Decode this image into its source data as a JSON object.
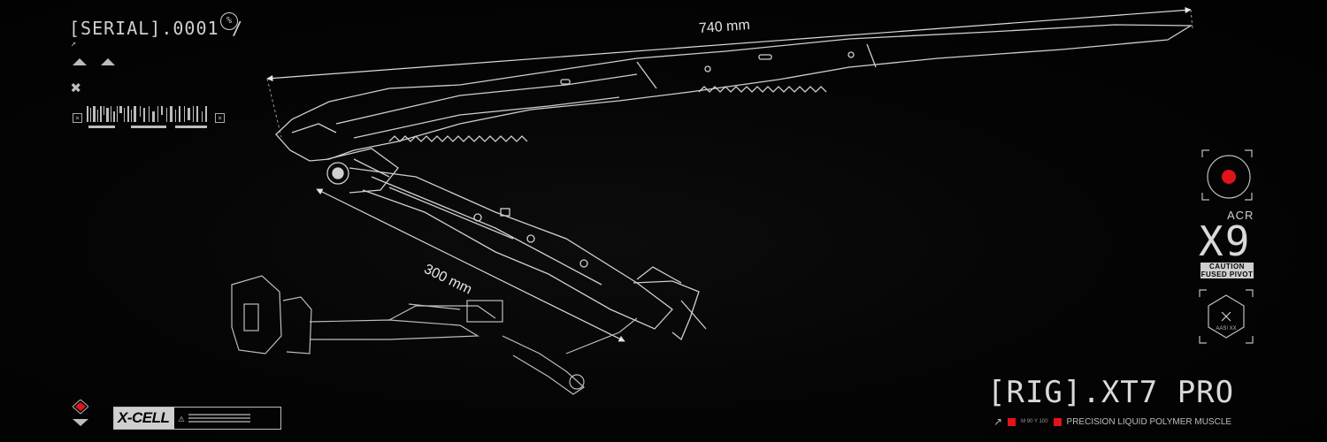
{
  "header": {
    "serial_label": "[SERIAL].0001",
    "serial_badge": "%",
    "serial_slash": "/"
  },
  "dimensions": {
    "length_label": "740 mm",
    "arm_label": "300 mm"
  },
  "badge": {
    "acr_label": "ACR",
    "model_code": "X9",
    "caution_line1": "CAUTION",
    "caution_line2": "FUSED PIVOT",
    "hex_code": "AAS! XX"
  },
  "product": {
    "title": "[RIG].XT7 PRO",
    "spec_code": "M 90 Y 100",
    "spec_label": "PRECISION LIQUID POLYMER MUSCLE"
  },
  "brand": {
    "logo_text": "X-CELL"
  },
  "colors": {
    "accent_red": "#e0141b",
    "line_white": "#d8d8d8",
    "background": "#030303"
  },
  "icons": {
    "record": "record-dot-icon",
    "close": "cross-icon",
    "up": "triangle-up-icon",
    "warning": "warning-triangle-icon"
  }
}
